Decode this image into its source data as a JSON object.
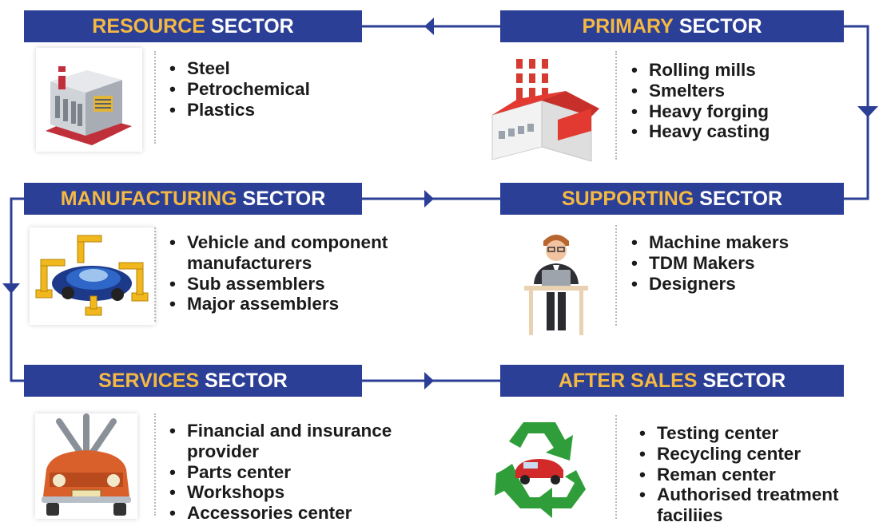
{
  "sectors": {
    "resource": {
      "highlight": "RESOURCE",
      "rest": "SECTOR",
      "items": [
        "Steel",
        "Petrochemical",
        "Plastics"
      ],
      "icon": "steel-plant-icon"
    },
    "primary": {
      "highlight": "PRIMARY",
      "rest": "SECTOR",
      "items": [
        "Rolling mills",
        "Smelters",
        "Heavy forging",
        "Heavy casting"
      ],
      "icon": "factory-icon"
    },
    "manufacturing": {
      "highlight": "MANUFACTURING",
      "rest": "SECTOR",
      "items": [
        "Vehicle and component manufacturers",
        "Sub assemblers",
        "Major assemblers"
      ],
      "icon": "robot-assembly-icon"
    },
    "supporting": {
      "highlight": "SUPPORTING",
      "rest": "SECTOR",
      "items": [
        "Machine makers",
        "TDM Makers",
        "Designers"
      ],
      "icon": "designer-at-laptop-icon"
    },
    "services": {
      "highlight": "SERVICES",
      "rest": "SECTOR",
      "items": [
        "Financial and insurance provider",
        "Parts center",
        "Workshops",
        "Accessories center"
      ],
      "icon": "repair-car-icon"
    },
    "aftersales": {
      "highlight": "AFTER SALES",
      "rest": "SECTOR",
      "items": [
        "Testing center",
        "Recycling center",
        "Reman center",
        "Authorised treatment faciliies"
      ],
      "icon": "recycle-car-icon"
    }
  },
  "colors": {
    "header_bg": "#2c3f96",
    "highlight": "#f4b942",
    "arrow": "#2c3f96"
  }
}
